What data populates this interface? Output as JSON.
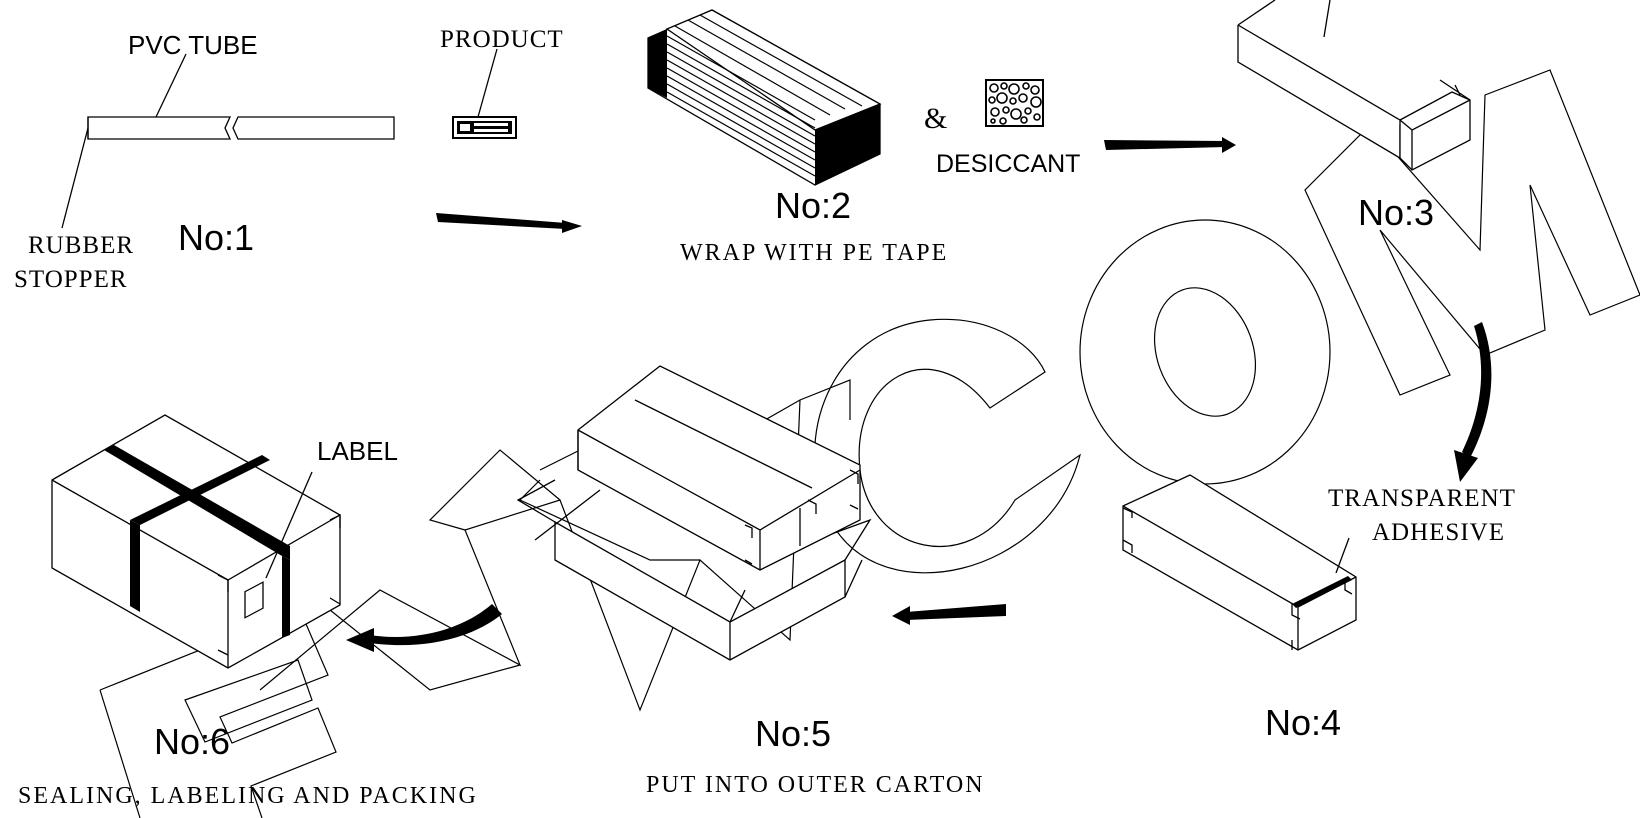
{
  "steps": [
    {
      "number": "No:1"
    },
    {
      "number": "No:2",
      "caption": "WRAP WITH PE TAPE"
    },
    {
      "number": "No:3"
    },
    {
      "number": "No:4"
    },
    {
      "number": "No:5",
      "caption": "PUT INTO OUTER CARTON"
    },
    {
      "number": "No:6",
      "caption": "SEALING, LABELING AND PACKING"
    }
  ],
  "callouts": {
    "pvc_tube": "PVC TUBE",
    "product": "PRODUCT",
    "rubber_stopper_line1": "RUBBER",
    "rubber_stopper_line2": "STOPPER",
    "ampersand": "&",
    "desiccant": "DESICCANT",
    "transparent_line1": "TRANSPARENT",
    "transparent_line2": "ADHESIVE",
    "label": "LABEL"
  },
  "watermark": "EWCOM"
}
